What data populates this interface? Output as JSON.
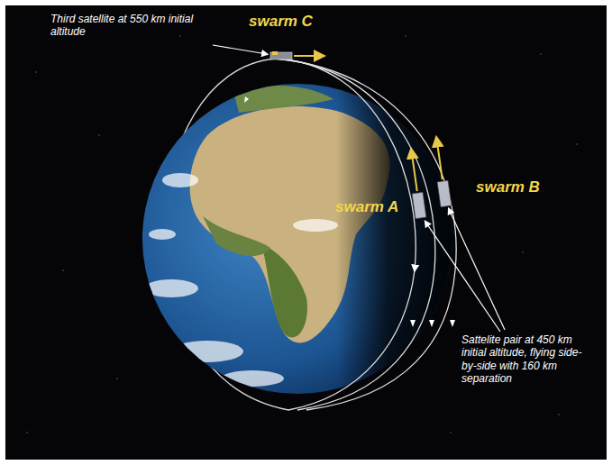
{
  "diagram": {
    "labels": [
      "swarm C",
      "Third satellite at 550 km initial altitude",
      "swarm A",
      "swarm B",
      "Sattelite pair at 450 km initial altitude, flying side-by-side with 160 km separation"
    ]
  }
}
